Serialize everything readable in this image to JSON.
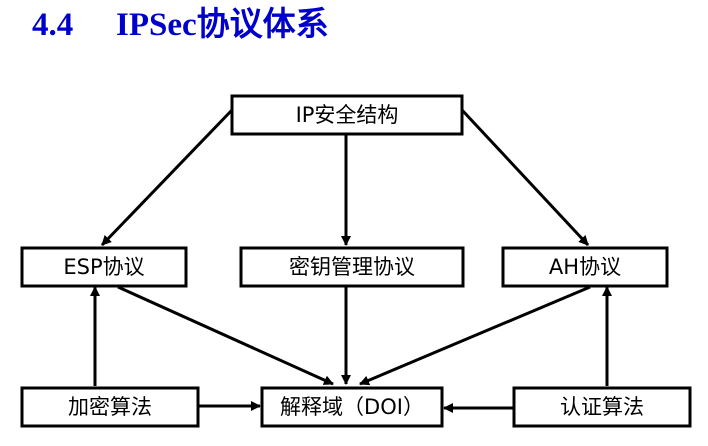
{
  "header": {
    "section_number": "4.4",
    "section_title": "IPSec协议体系"
  },
  "diagram": {
    "nodes": {
      "ip_security_architecture": "IP安全结构",
      "esp_protocol": "ESP协议",
      "key_management_protocol": "密钥管理协议",
      "ah_protocol": "AH协议",
      "encryption_algorithm": "加密算法",
      "doi": "解释域（DOI）",
      "authentication_algorithm": "认证算法"
    },
    "edges": [
      {
        "from": "ip_security_architecture",
        "to": "esp_protocol"
      },
      {
        "from": "ip_security_architecture",
        "to": "key_management_protocol"
      },
      {
        "from": "ip_security_architecture",
        "to": "ah_protocol"
      },
      {
        "from": "encryption_algorithm",
        "to": "esp_protocol"
      },
      {
        "from": "authentication_algorithm",
        "to": "ah_protocol"
      },
      {
        "from": "esp_protocol",
        "to": "doi"
      },
      {
        "from": "key_management_protocol",
        "to": "doi"
      },
      {
        "from": "ah_protocol",
        "to": "doi"
      },
      {
        "from": "encryption_algorithm",
        "to": "doi"
      },
      {
        "from": "authentication_algorithm",
        "to": "doi"
      }
    ],
    "colors": {
      "title": "#0000cc",
      "line": "#000000"
    }
  }
}
